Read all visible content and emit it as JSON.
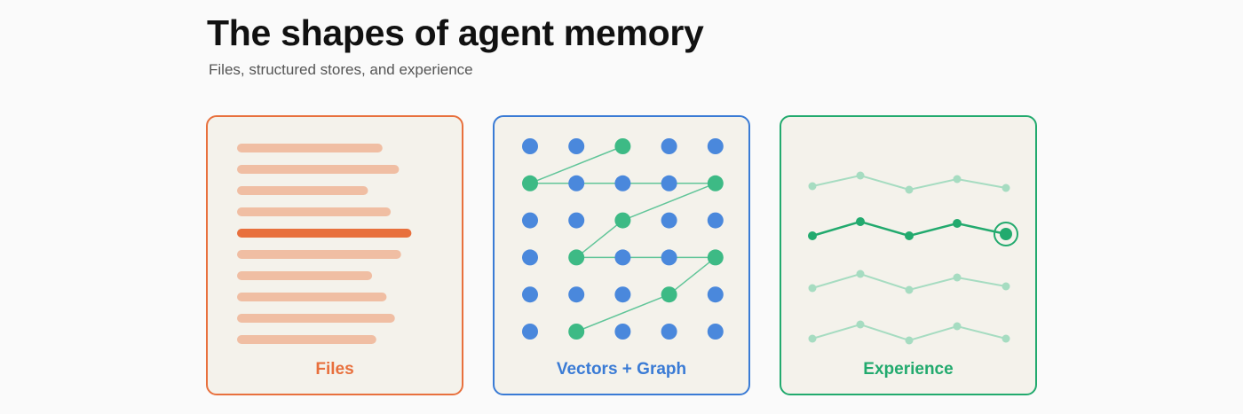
{
  "header": {
    "title": "The shapes of agent memory",
    "subtitle": "Files, structured stores, and experience"
  },
  "colors": {
    "files": "#e8703d",
    "files_light": "#f0bea3",
    "vectors": "#3a7bd5",
    "node_blue": "#4a88dc",
    "node_green": "#3dba85",
    "experience": "#22aa6e",
    "experience_light": "#a6dcc1",
    "card_bg": "#f4f2eb"
  },
  "cards": [
    {
      "id": "files",
      "label": "Files",
      "lines": [
        {
          "length": 0.66,
          "highlight": false
        },
        {
          "length": 0.74,
          "highlight": false
        },
        {
          "length": 0.59,
          "highlight": false
        },
        {
          "length": 0.7,
          "highlight": false
        },
        {
          "length": 0.8,
          "highlight": true
        },
        {
          "length": 0.75,
          "highlight": false
        },
        {
          "length": 0.61,
          "highlight": false
        },
        {
          "length": 0.68,
          "highlight": false
        },
        {
          "length": 0.72,
          "highlight": false
        },
        {
          "length": 0.63,
          "highlight": false
        }
      ]
    },
    {
      "id": "vectors",
      "label": "Vectors + Graph",
      "grid": {
        "rows": 6,
        "cols": 5
      },
      "green_nodes": [
        [
          0,
          2
        ],
        [
          1,
          0
        ],
        [
          1,
          4
        ],
        [
          2,
          2
        ],
        [
          3,
          1
        ],
        [
          3,
          4
        ],
        [
          4,
          3
        ],
        [
          5,
          1
        ]
      ],
      "edges": [
        [
          [
            1,
            0
          ],
          [
            0,
            2
          ]
        ],
        [
          [
            1,
            0
          ],
          [
            1,
            4
          ]
        ],
        [
          [
            3,
            1
          ],
          [
            2,
            2
          ]
        ],
        [
          [
            2,
            2
          ],
          [
            1,
            4
          ]
        ],
        [
          [
            3,
            1
          ],
          [
            3,
            4
          ]
        ],
        [
          [
            5,
            1
          ],
          [
            4,
            3
          ]
        ],
        [
          [
            4,
            3
          ],
          [
            3,
            4
          ]
        ]
      ]
    },
    {
      "id": "experience",
      "label": "Experience",
      "traces": [
        {
          "values": [
            0.2,
            0.8,
            0.0,
            0.6,
            0.1
          ],
          "highlight": false
        },
        {
          "values": [
            0.2,
            1.0,
            0.2,
            0.9,
            0.3
          ],
          "highlight": true
        },
        {
          "values": [
            0.1,
            0.9,
            0.0,
            0.7,
            0.2
          ],
          "highlight": false
        },
        {
          "values": [
            0.1,
            0.9,
            0.0,
            0.8,
            0.1
          ],
          "highlight": false
        }
      ]
    }
  ]
}
